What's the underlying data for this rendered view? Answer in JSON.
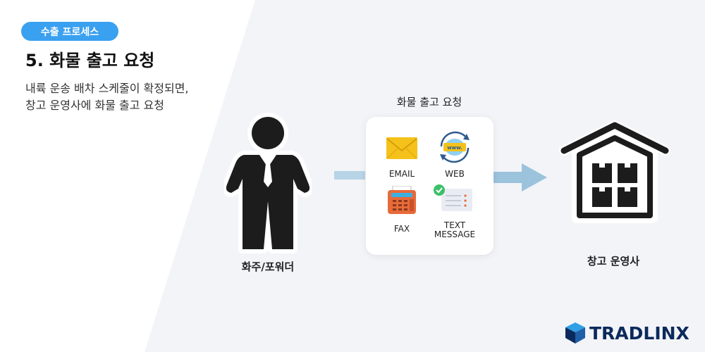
{
  "header": {
    "badge": "수출 프로세스",
    "title": "5. 화물 출고 요청",
    "description_lines": [
      "내륙 운송 배차 스케줄이 확정되면,",
      "창고 운영사에 화물 출고 요청"
    ]
  },
  "request": {
    "title": "화물 출고 요청",
    "channels": [
      {
        "label": "EMAIL",
        "icon": "envelope-icon"
      },
      {
        "label": "WEB",
        "icon": "globe-www-icon"
      },
      {
        "label": "FAX",
        "icon": "fax-machine-icon"
      },
      {
        "label": "TEXT MESSAGE",
        "label_lines": [
          "TEXT",
          "MESSAGE"
        ],
        "icon": "text-message-icon"
      }
    ]
  },
  "sender": {
    "label": "화주/포워더",
    "icon": "businessman-icon"
  },
  "receiver": {
    "label": "창고 운영사",
    "icon": "warehouse-icon"
  },
  "logo": {
    "text": "TRADLINX"
  },
  "colors": {
    "accent": "#3aa0f0",
    "arrow": "#9cc3dc",
    "icon_dark": "#1c1c1c",
    "logo": "#0b2a5b",
    "background": "#f3f4f8"
  }
}
